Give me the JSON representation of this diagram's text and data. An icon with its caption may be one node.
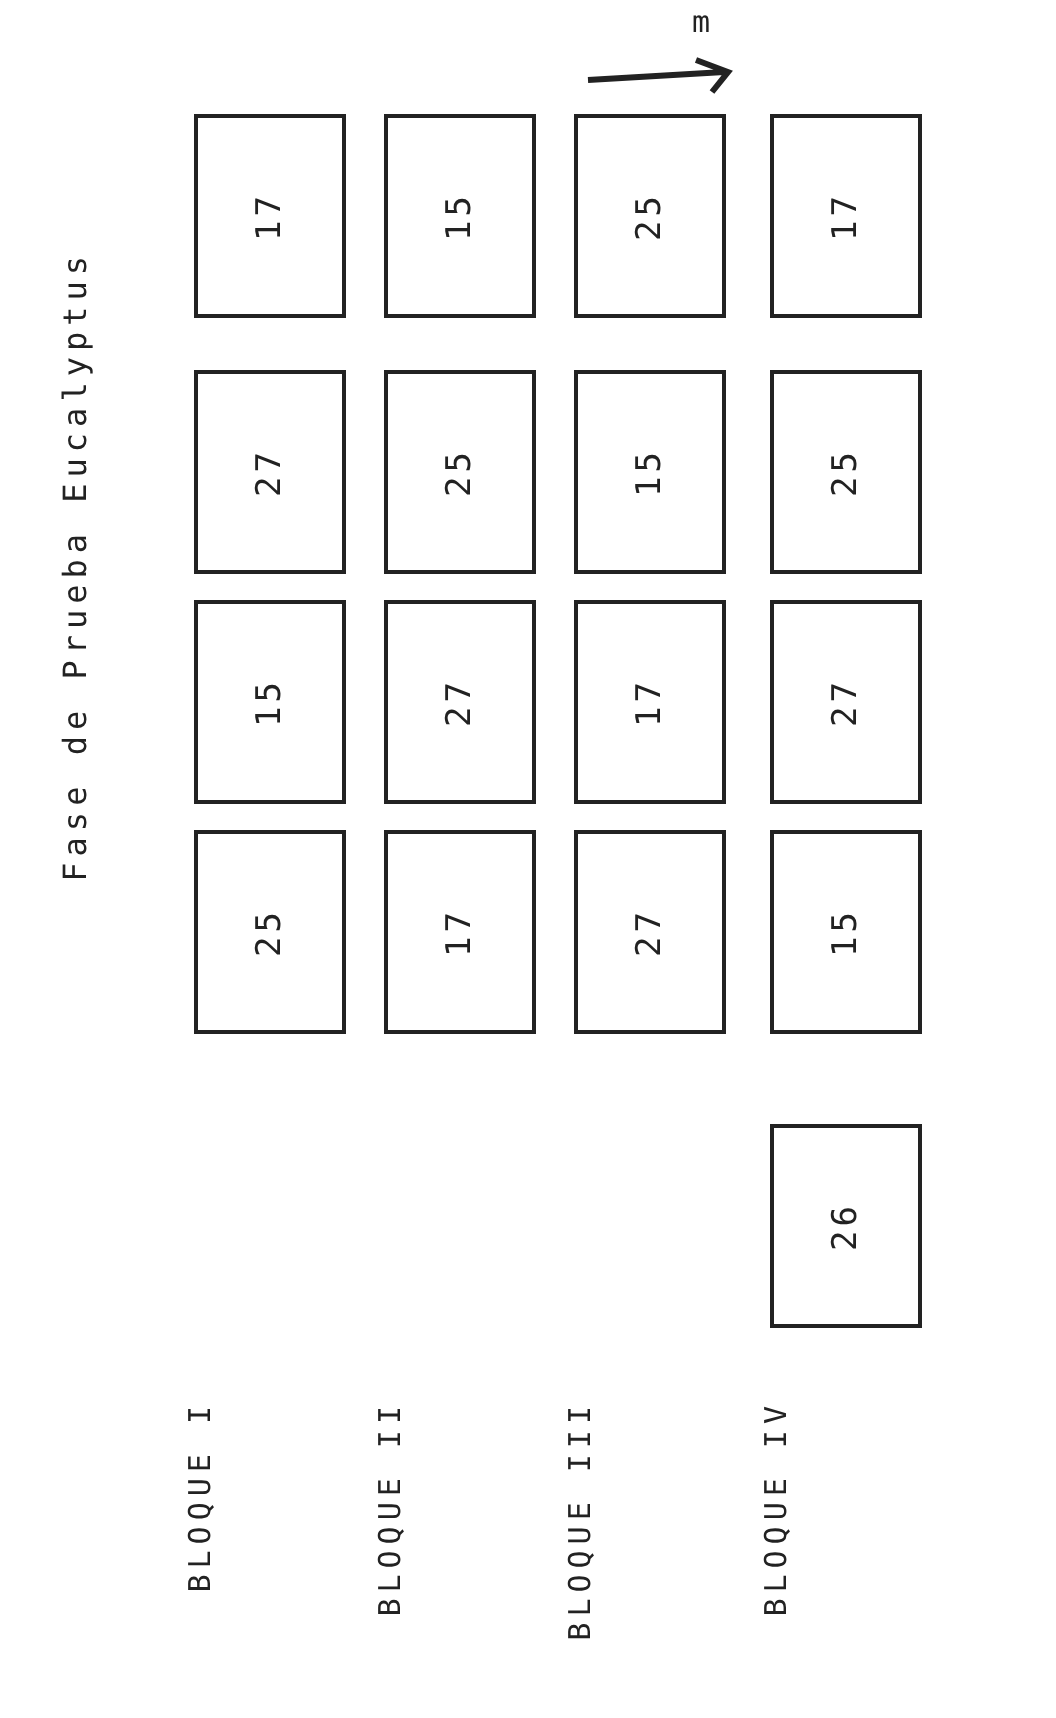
{
  "diagram": {
    "title": "Fase de Prueba Eucalyptus",
    "nodes": [
      {
        "text": [
          "25"
        ]
      },
      {
        "text": [
          "15"
        ]
      },
      {
        "text": [
          "27"
        ]
      },
      {
        "text": [
          "17"
        ]
      },
      {
        "text": [
          "17"
        ]
      },
      {
        "text": [
          "27"
        ]
      },
      {
        "text": [
          "25"
        ]
      },
      {
        "text": [
          "15"
        ]
      },
      {
        "text": [
          "27"
        ]
      },
      {
        "text": [
          "17"
        ]
      },
      {
        "text": [
          "15"
        ]
      },
      {
        "text": [
          "25"
        ]
      },
      {
        "text": [
          "26"
        ]
      },
      {
        "text": [
          "15"
        ]
      },
      {
        "text": [
          "27"
        ]
      },
      {
        "text": [
          "25"
        ]
      },
      {
        "text": [
          "17"
        ]
      }
    ],
    "labels": [
      "BLOQUE I",
      "BLOQUE II",
      "BLOQUE III",
      "BLOQUE IV",
      "m"
    ]
  }
}
